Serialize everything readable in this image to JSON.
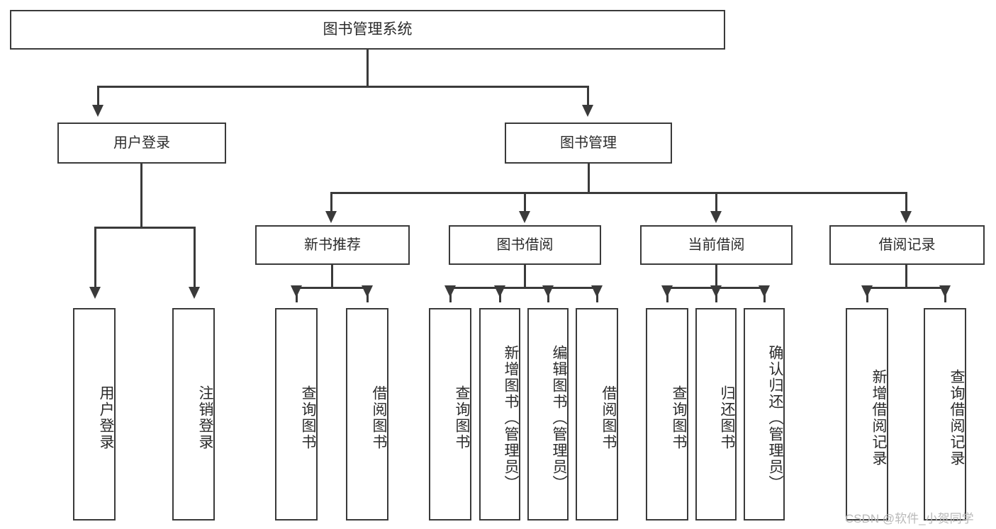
{
  "diagram": {
    "title": "图书管理系统",
    "type": "hierarchy-tree",
    "root": {
      "label": "图书管理系统"
    },
    "level2": [
      {
        "label": "用户登录"
      },
      {
        "label": "图书管理"
      }
    ],
    "level3": [
      {
        "label": "新书推荐"
      },
      {
        "label": "图书借阅"
      },
      {
        "label": "当前借阅"
      },
      {
        "label": "借阅记录"
      }
    ],
    "leaves": {
      "user_login": [
        {
          "label": "用户登录"
        },
        {
          "label": "注销登录"
        }
      ],
      "new_book_recommend": [
        {
          "label": "查询图书"
        },
        {
          "label": "借阅图书"
        }
      ],
      "book_borrow": [
        {
          "label": "查询图书"
        },
        {
          "label": "新增图书（管理员）"
        },
        {
          "label": "编辑图书（管理员）"
        },
        {
          "label": "借阅图书"
        }
      ],
      "current_borrow": [
        {
          "label": "查询图书"
        },
        {
          "label": "归还图书"
        },
        {
          "label": "确认归还（管理员）"
        }
      ],
      "borrow_record": [
        {
          "label": "新增借阅记录"
        },
        {
          "label": "查询借阅记录"
        }
      ]
    }
  },
  "watermark": {
    "text": "CSDN @软件_小贺同学"
  },
  "colors": {
    "stroke": "#3a3a3a",
    "text": "#2b2b2b",
    "background": "#ffffff",
    "watermark": "#b9b9b9"
  }
}
